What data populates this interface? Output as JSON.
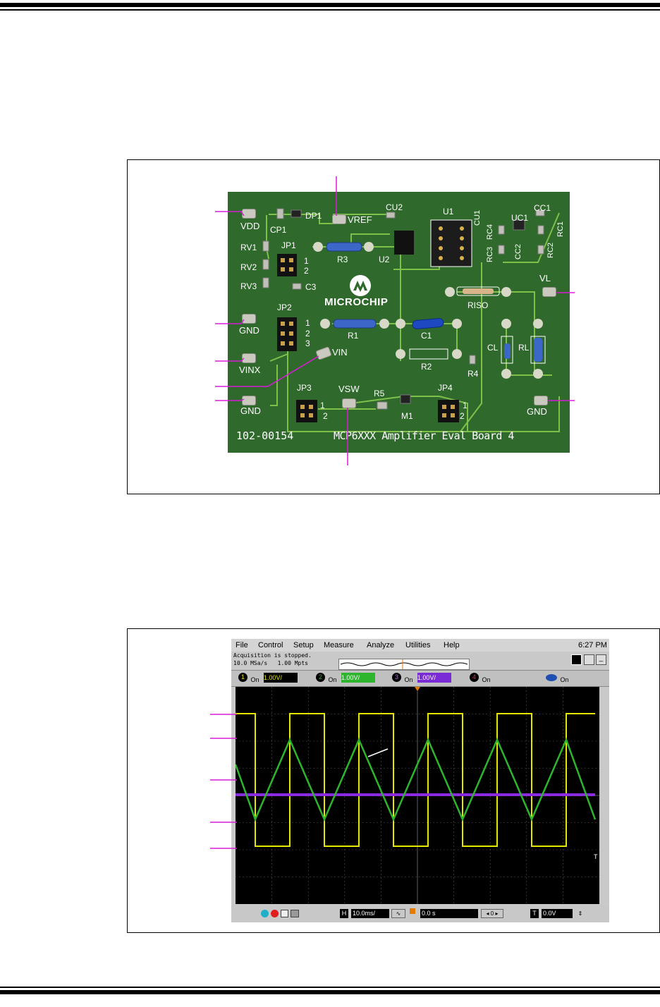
{
  "board": {
    "labels": {
      "vdd": "VDD",
      "cp1": "CP1",
      "dp1": "DP1",
      "vref": "VREF",
      "cu2": "CU2",
      "u1": "U1",
      "cc1": "CC1",
      "uc1": "UC1",
      "cu1": "CU1",
      "rc4": "RC4",
      "rc3": "RC3",
      "cc2": "CC2",
      "rc2": "RC2",
      "rc1": "RC1",
      "rv1": "RV1",
      "jp1": "JP1",
      "r3": "R3",
      "u2": "U2",
      "rv2": "RV2",
      "rv3": "RV3",
      "c3": "C3",
      "jp1_1": "1",
      "jp1_2": "2",
      "vl": "VL",
      "riso": "RISO",
      "gnd_left": "GND",
      "jp2": "JP2",
      "jp2_1": "1",
      "jp2_2": "2",
      "jp2_3": "3",
      "r1": "R1",
      "c1": "C1",
      "cl": "CL",
      "rl": "RL",
      "vinx": "VINX",
      "vin": "VIN",
      "r2": "R2",
      "r4": "R4",
      "jp3": "JP3",
      "vsw": "VSW",
      "r5": "R5",
      "jp4": "JP4",
      "jp3_1": "1",
      "jp3_2": "2",
      "jp4_1": "1",
      "jp4_2": "2",
      "m1": "M1",
      "gnd_bl": "GND",
      "gnd_br": "GND",
      "part_no": "102-00154",
      "board_name": "MCP6XXX Amplifier Eval Board 4",
      "logo": "MICROCHIP"
    }
  },
  "scope": {
    "menu": [
      "File",
      "Control",
      "Setup",
      "Measure",
      "Analyze",
      "Utilities",
      "Help"
    ],
    "clock": "6:27 PM",
    "status_line1": "Acquisition is stopped.",
    "status_line2": "10.0 MSa/s   1.00 Mpts",
    "channels": [
      {
        "num": "1",
        "on": "On",
        "scale": "1.00V/",
        "color": "#e6e600",
        "field_text": "#000000"
      },
      {
        "num": "2",
        "on": "On",
        "scale": "1.00V/",
        "color": "#2db52d",
        "field_text": "#ffffff"
      },
      {
        "num": "3",
        "on": "On",
        "scale": "1.00V/",
        "color": "#7b2bd6",
        "field_text": "#ffffff"
      },
      {
        "num": "4",
        "on": "On",
        "scale": "",
        "color": "#e0207a",
        "field_text": "#ffffff"
      }
    ],
    "math_on": "On",
    "time_icon": "H",
    "timebase": "10.0ms/",
    "delay": "0.0 s",
    "trigger_icon": "T",
    "trigger_level": "0.0V",
    "colors": {
      "ch1": "#e6e600",
      "ch2": "#2db52d",
      "ch3": "#8a2be2",
      "grid": "#5a5a5a",
      "callout": "#d81bd8"
    }
  }
}
